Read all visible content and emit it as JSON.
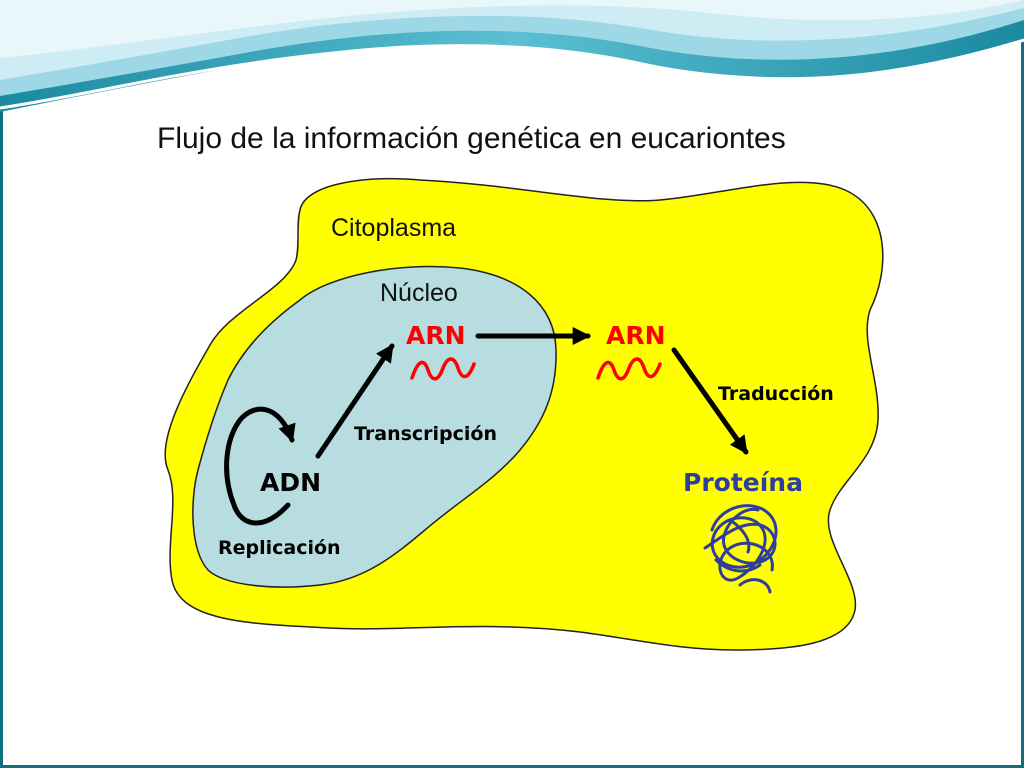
{
  "title": "Flujo de la información genética en eucariontes",
  "regions": {
    "cytoplasm": "Citoplasma",
    "nucleus": "Núcleo"
  },
  "molecules": {
    "dna": "ADN",
    "rna_nuclear": "ARN",
    "rna_cytoplasm": "ARN",
    "protein": "Proteína"
  },
  "processes": {
    "replication": "Replicación",
    "transcription": "Transcripción",
    "translation": "Traducción"
  },
  "colors": {
    "cytoplasm_fill": "#FFFF00",
    "nucleus_fill": "#B7DDE0",
    "rna": "#FF0000",
    "protein": "#2E3E9E",
    "arrow": "#000000",
    "header_wave_dark": "#1A8AA0",
    "header_wave_light": "#9ED8E6",
    "header_border": "#0F6E82"
  },
  "icons": [
    "rna-strand-icon",
    "protein-coil-icon",
    "replication-cycle-arrow",
    "transcription-arrow",
    "export-arrow",
    "translation-arrow"
  ]
}
